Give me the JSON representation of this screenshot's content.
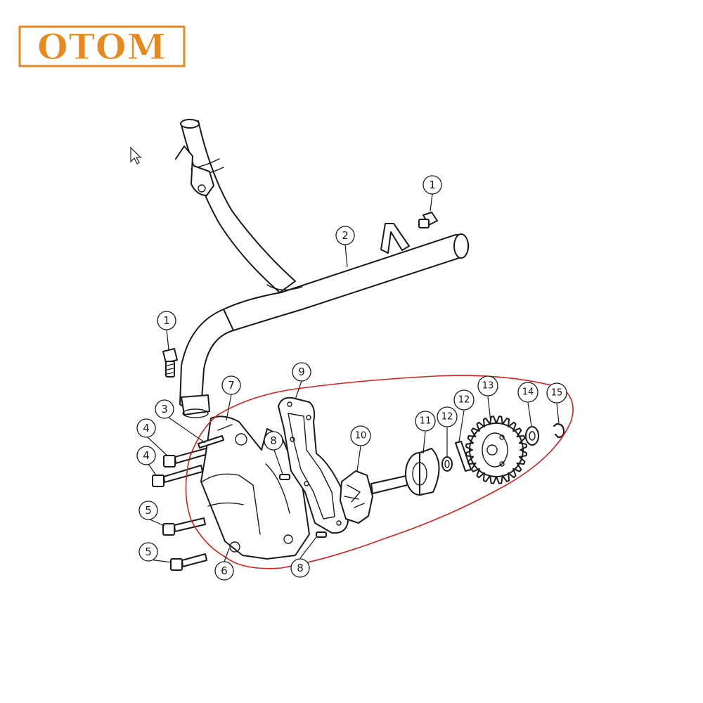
{
  "logo": {
    "text": "OTOM",
    "color": "#e8891e"
  },
  "highlight_color": "#d42020",
  "callouts": [
    {
      "id": "c1a",
      "number": "1"
    },
    {
      "id": "c1b",
      "number": "1"
    },
    {
      "id": "c2",
      "number": "2"
    },
    {
      "id": "c3",
      "number": "3"
    },
    {
      "id": "c4a",
      "number": "4"
    },
    {
      "id": "c4b",
      "number": "4"
    },
    {
      "id": "c5a",
      "number": "5"
    },
    {
      "id": "c5b",
      "number": "5"
    },
    {
      "id": "c6",
      "number": "6"
    },
    {
      "id": "c7",
      "number": "7"
    },
    {
      "id": "c8a",
      "number": "8"
    },
    {
      "id": "c8b",
      "number": "8"
    },
    {
      "id": "c9",
      "number": "9"
    },
    {
      "id": "c10",
      "number": "10"
    },
    {
      "id": "c11",
      "number": "11"
    },
    {
      "id": "c12a",
      "number": "12"
    },
    {
      "id": "c12b",
      "number": "12"
    },
    {
      "id": "c13",
      "number": "13"
    },
    {
      "id": "c14",
      "number": "14"
    },
    {
      "id": "c15",
      "number": "15"
    }
  ],
  "icons": {
    "cursor": "arrow-cursor-icon"
  }
}
